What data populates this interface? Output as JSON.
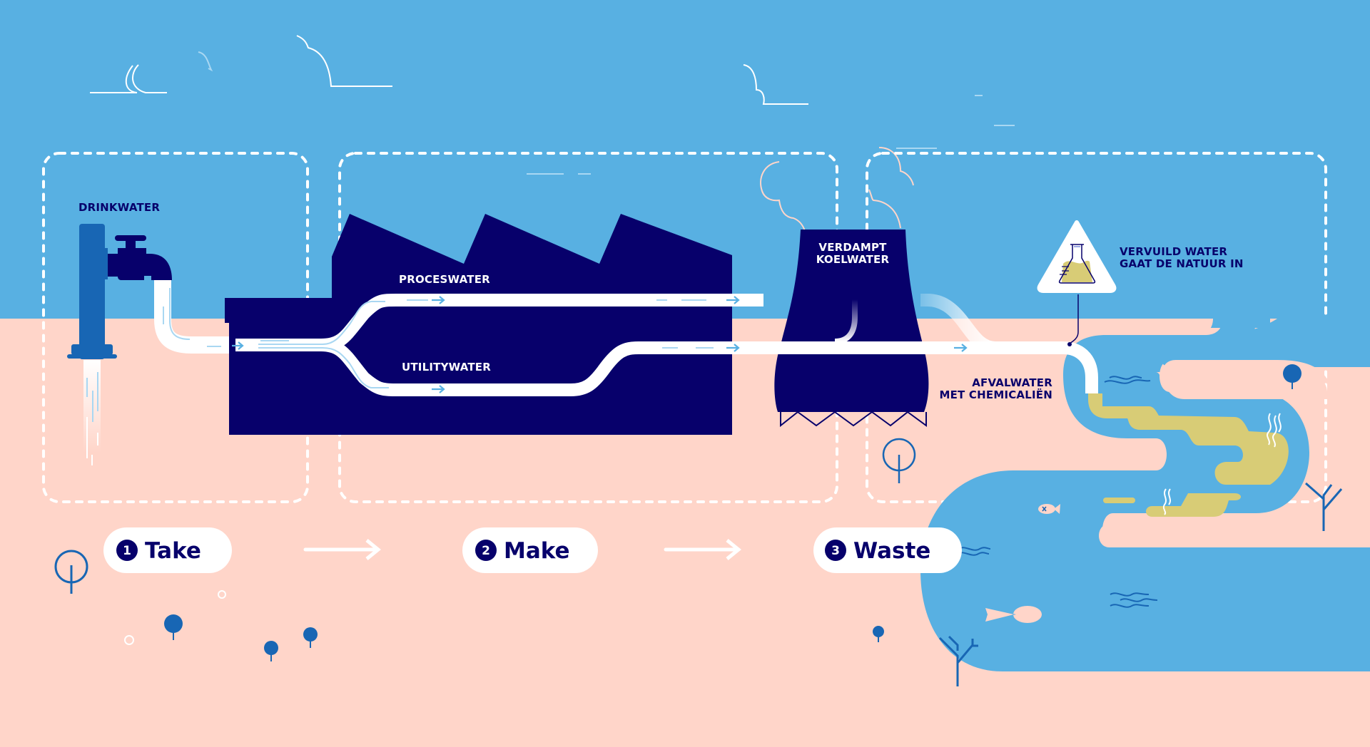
{
  "title": "Take - Make - Waste water cycle",
  "colors": {
    "sky": "#58b0e2",
    "ground": "#ffd5c9",
    "navy": "#07006b",
    "tap_blue": "#1866b4",
    "pipe_white": "#ffffff",
    "flow_arrow": "#58b0e2",
    "pollution": "#d8cc76",
    "river": "#58b0e2"
  },
  "labels": {
    "drinkwater": "DRINKWATER",
    "proceswater": "PROCESWATER",
    "utilitywater": "UTILITYWATER",
    "verdampt_line1": "VERDAMPT",
    "verdampt_line2": "KOELWATER",
    "vervuild_line1": "VERVUILD WATER",
    "vervuild_line2": "GAAT DE NATUUR IN",
    "afvalwater_line1": "AFVALWATER",
    "afvalwater_line2": "MET CHEMICALIËN"
  },
  "steps": [
    {
      "number": "1",
      "label": "Take"
    },
    {
      "number": "2",
      "label": "Make"
    },
    {
      "number": "3",
      "label": "Waste"
    }
  ],
  "icons": {
    "warning": "warning-triangle-icon",
    "flask": "flask-icon",
    "tap": "water-tap-icon",
    "factory": "factory-icon",
    "cooling_tower": "cooling-tower-icon",
    "fish": "fish-icon",
    "dead_fish": "dead-fish-icon",
    "tree": "tree-icon",
    "cloud": "cloud-icon",
    "steam": "steam-icon",
    "wave": "wave-icon",
    "arrow_right": "arrow-right-icon"
  }
}
